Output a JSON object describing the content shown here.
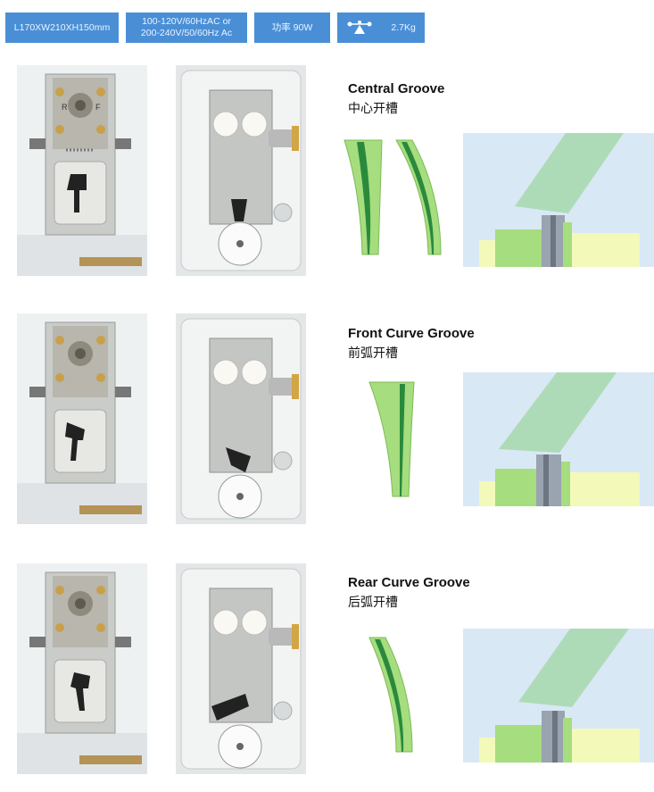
{
  "specs": {
    "dimensions": "L170XW210XH150mm",
    "voltage_line1": "100-120V/60HzAC or",
    "voltage_line2": "200-240V/50/60Hz Ac",
    "power": "功率 90W",
    "weight": "2.7Kg",
    "weight_icon": "scale-icon"
  },
  "grooves": [
    {
      "title": "Central Groove",
      "title_cn": "中心开槽"
    },
    {
      "title": "Front Curve Groove",
      "title_cn": "前弧开槽"
    },
    {
      "title": "Rear Curve Groove",
      "title_cn": "后弧开槽"
    }
  ],
  "photo_labels": {
    "left": "R",
    "right": "F"
  },
  "colors": {
    "spec_bar": "#4a8fd6",
    "lens_green": "#9fd87a",
    "groove_line": "#2a8a3c",
    "diagram_bg": "#d9e8f5"
  }
}
